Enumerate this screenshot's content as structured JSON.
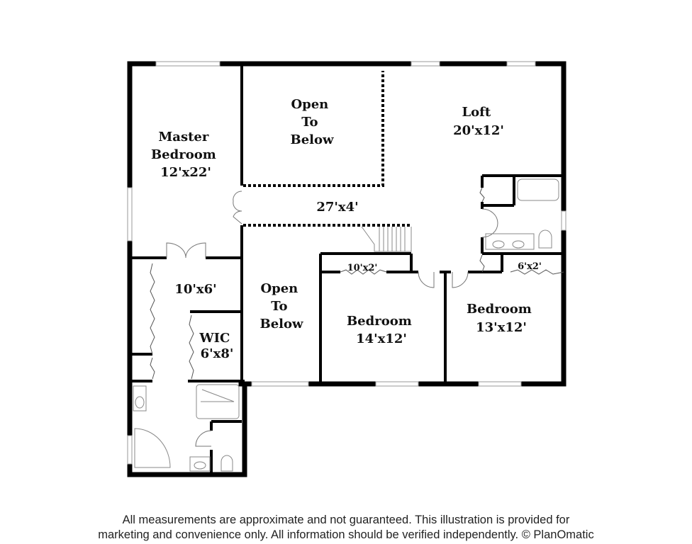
{
  "rooms": {
    "master_bedroom": [
      "Master",
      "Bedroom",
      "12'x22'"
    ],
    "open_to_below_top": [
      "Open",
      "To",
      "Below"
    ],
    "loft": [
      "Loft",
      "20'x12'"
    ],
    "hallway": "27'x4'",
    "master_bath_hall": "10'x6'",
    "open_to_below_mid": [
      "Open",
      "To",
      "Below"
    ],
    "wic": [
      "WIC",
      "6'x8'"
    ],
    "bedroom_2": [
      "Bedroom",
      "14'x12'"
    ],
    "bedroom_3": [
      "Bedroom",
      "13'x12'"
    ],
    "closet_2": "10'x2'",
    "closet_3": "6'x2'"
  },
  "footer": {
    "line1": "All measurements are approximate and not guaranteed. This illustration is provided for",
    "line2": "marketing and convenience only. All information should be verified independently. © PlanOmatic"
  }
}
